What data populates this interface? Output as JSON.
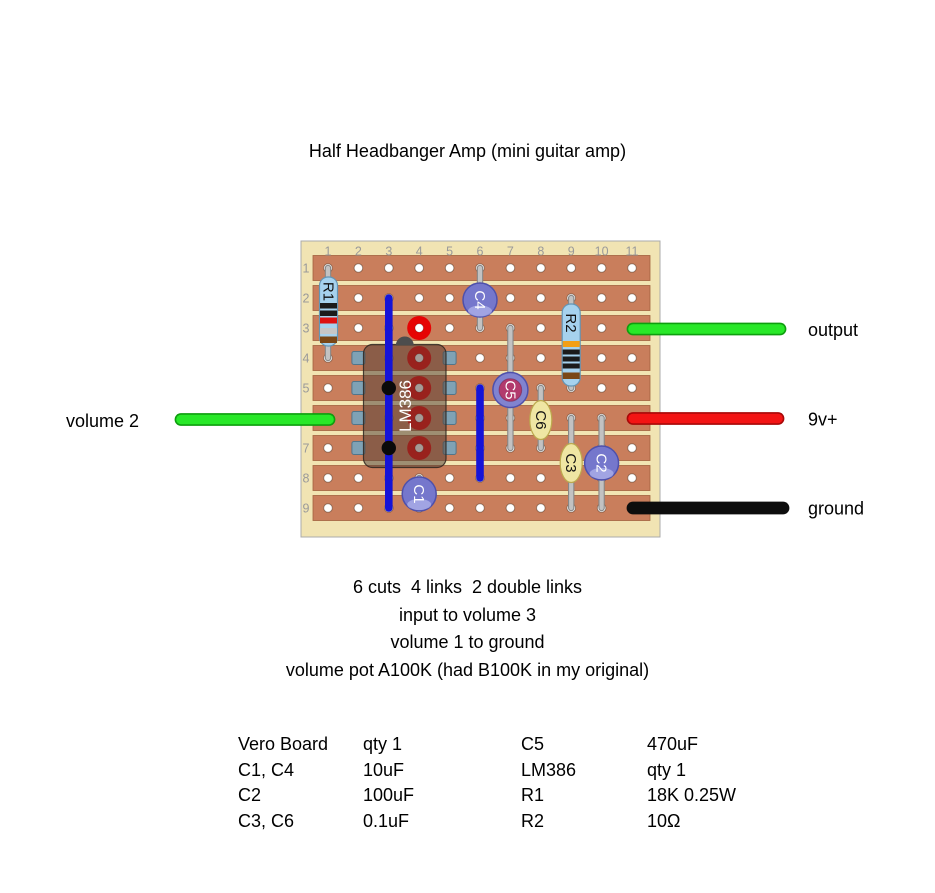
{
  "title": "Half Headbanger Amp (mini guitar amp)",
  "board": {
    "col_labels": [
      "1",
      "2",
      "3",
      "4",
      "5",
      "6",
      "7",
      "8",
      "9",
      "10",
      "11"
    ],
    "row_labels": [
      "1",
      "2",
      "3",
      "4",
      "5",
      "6",
      "7",
      "8",
      "9"
    ],
    "cuts": [
      {
        "col": 4,
        "row": 3
      },
      {
        "col": 4,
        "row": 4
      },
      {
        "col": 4,
        "row": 5
      },
      {
        "col": 4,
        "row": 6
      },
      {
        "col": 4,
        "row": 7
      }
    ],
    "leads": [
      {
        "component": "R1",
        "col": 1,
        "from": 1,
        "to": 4
      },
      {
        "component": "C4",
        "col": 6,
        "from": 1,
        "to": 3
      },
      {
        "component": "R2",
        "col": 9,
        "from": 2,
        "to": 5
      },
      {
        "component": "C5",
        "col": 7,
        "from": 3,
        "to": 7
      },
      {
        "component": "C6",
        "col": 8,
        "from": 5,
        "to": 7
      },
      {
        "component": "C3",
        "col": 9,
        "from": 6,
        "to": 9
      },
      {
        "component": "C2",
        "col": 10,
        "from": 6,
        "to": 9
      },
      {
        "component": "C1",
        "col": 4,
        "from": 8,
        "to": 9
      }
    ],
    "links": [
      {
        "col": 3,
        "from": 2,
        "to": 9,
        "junction_dots": [
          5,
          7
        ]
      },
      {
        "col": 6,
        "from": 5,
        "to": 8
      }
    ]
  },
  "components": {
    "ic": {
      "label": "LM386"
    },
    "r1": {
      "label": "R1"
    },
    "r2": {
      "label": "R2"
    },
    "c1": {
      "label": "C1"
    },
    "c2": {
      "label": "C2"
    },
    "c3": {
      "label": "C3"
    },
    "c4": {
      "label": "C4"
    },
    "c5": {
      "label": "C5"
    },
    "c6": {
      "label": "C6"
    }
  },
  "wires": {
    "volume2": {
      "label": "volume 2",
      "color": "#28E828"
    },
    "output": {
      "label": "output",
      "color": "#28E828"
    },
    "power": {
      "label": "9v+",
      "color": "#F31414"
    },
    "ground": {
      "label": "ground",
      "color": "#0D0D0D"
    }
  },
  "notes": [
    "6 cuts  4 links  2 double links",
    "input to volume 3",
    "volume 1 to ground",
    "volume pot A100K (had B100K in my original)"
  ],
  "parts_list": {
    "left": [
      {
        "name": "Vero Board",
        "value": "qty 1"
      },
      {
        "name": "C1, C4",
        "value": "10uF"
      },
      {
        "name": "C2",
        "value": "100uF"
      },
      {
        "name": "C3, C6",
        "value": "0.1uF"
      }
    ],
    "right": [
      {
        "name": "C5",
        "value": "470uF"
      },
      {
        "name": "LM386",
        "value": "qty 1"
      },
      {
        "name": "R1",
        "value": "18K 0.25W"
      },
      {
        "name": "R2",
        "value": "10Ω"
      }
    ]
  },
  "colors": {
    "board": "#F1E4B3",
    "strip": "#C97E5C",
    "strip_edge": "#A2613E",
    "link_blue": "#1513D8",
    "cut_red": "#E60404",
    "label_gray": "#9A9A9A"
  }
}
